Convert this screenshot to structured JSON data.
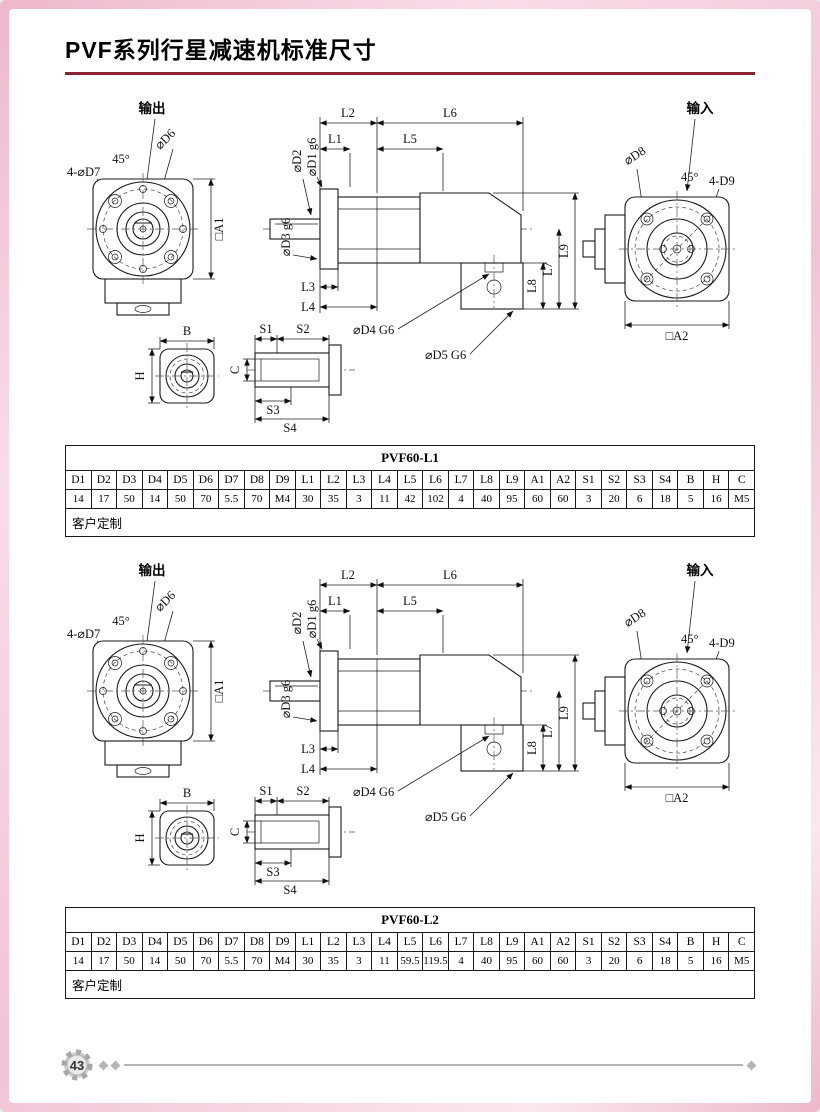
{
  "page": {
    "title": "PVF系列行星减速机标准尺寸",
    "page_number": "43"
  },
  "colors": {
    "accent_rule": "#8c2333",
    "frame_pink": "#f2c3d6",
    "table_border": "#1a1a1a",
    "footer_gray": "#b5b5b5"
  },
  "drawing": {
    "output_label": "输出",
    "input_label": "输入",
    "dims": {
      "d6": "⌀D6",
      "d7_holes": "4-⌀D7",
      "angle45": "45°",
      "a1": "□A1",
      "b": "B",
      "h": "H",
      "d2": "⌀D2",
      "d1": "⌀D1 g6",
      "l1": "L1",
      "l2": "L2",
      "l5": "L5",
      "l6": "L6",
      "d3": "⌀D3 g6",
      "l3": "L3",
      "l4": "L4",
      "d4": "⌀D4 G6",
      "d5": "⌀D5 G6",
      "l7": "L7",
      "l8": "L8",
      "l9": "L9",
      "s1": "S1",
      "s2": "S2",
      "s3": "S3",
      "s4": "S4",
      "c": "C",
      "d8": "⌀D8",
      "d9_holes": "4-D9",
      "a2": "□A2"
    }
  },
  "tables": [
    {
      "title": "PVF60-L1",
      "headers": [
        "D1",
        "D2",
        "D3",
        "D4",
        "D5",
        "D6",
        "D7",
        "D8",
        "D9",
        "L1",
        "L2",
        "L3",
        "L4",
        "L5",
        "L6",
        "L7",
        "L8",
        "L9",
        "A1",
        "A2",
        "S1",
        "S2",
        "S3",
        "S4",
        "B",
        "H",
        "C"
      ],
      "values": [
        "14",
        "17",
        "50",
        "14",
        "50",
        "70",
        "5.5",
        "70",
        "M4",
        "30",
        "35",
        "3",
        "11",
        "42",
        "102",
        "4",
        "40",
        "95",
        "60",
        "60",
        "3",
        "20",
        "6",
        "18",
        "5",
        "16",
        "M5"
      ],
      "footer": "客户定制"
    },
    {
      "title": "PVF60-L2",
      "headers": [
        "D1",
        "D2",
        "D3",
        "D4",
        "D5",
        "D6",
        "D7",
        "D8",
        "D9",
        "L1",
        "L2",
        "L3",
        "L4",
        "L5",
        "L6",
        "L7",
        "L8",
        "L9",
        "A1",
        "A2",
        "S1",
        "S2",
        "S3",
        "S4",
        "B",
        "H",
        "C"
      ],
      "values": [
        "14",
        "17",
        "50",
        "14",
        "50",
        "70",
        "5.5",
        "70",
        "M4",
        "30",
        "35",
        "3",
        "11",
        "59.5",
        "119.5",
        "4",
        "40",
        "95",
        "60",
        "60",
        "3",
        "20",
        "6",
        "18",
        "5",
        "16",
        "M5"
      ],
      "footer": "客户定制"
    }
  ]
}
